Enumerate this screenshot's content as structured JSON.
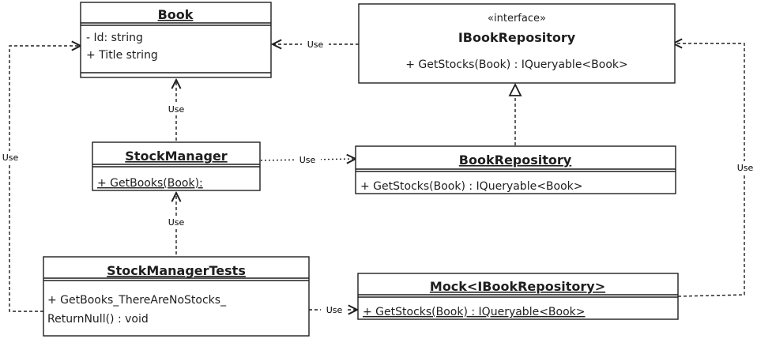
{
  "classes": {
    "book": {
      "name": "Book",
      "attributes": [
        "- Id: string",
        "+ Title string"
      ]
    },
    "ibookrepository": {
      "stereotype": "«interface»",
      "name": "IBookRepository",
      "methods": [
        "+ GetStocks(Book) : IQueryable<Book>"
      ]
    },
    "stockmanager": {
      "name": "StockManager",
      "methods": [
        "+ GetBooks(Book):"
      ]
    },
    "bookrepository": {
      "name": "BookRepository",
      "methods": [
        "+ GetStocks(Book) : IQueryable<Book>"
      ]
    },
    "stockmanagertests": {
      "name": "StockManagerTests",
      "methods": [
        "+ GetBooks_ThereAreNoStocks_",
        "ReturnNull() : void"
      ]
    },
    "mock": {
      "name": "Mock<IBookRepository>",
      "methods": [
        "+ GetStocks(Book) : IQueryable<Book>"
      ]
    }
  },
  "edges": {
    "ibookrepo_book": "Use",
    "stockmanager_book": "Use",
    "stockmanager_bookrepo": "Use",
    "tests_stockmanager": "Use",
    "tests_book": "Use",
    "tests_mock": "Use",
    "mock_ibookrepo": "Use"
  },
  "colors": {
    "stroke": "#1e1e1e",
    "background": "#ffffff"
  }
}
